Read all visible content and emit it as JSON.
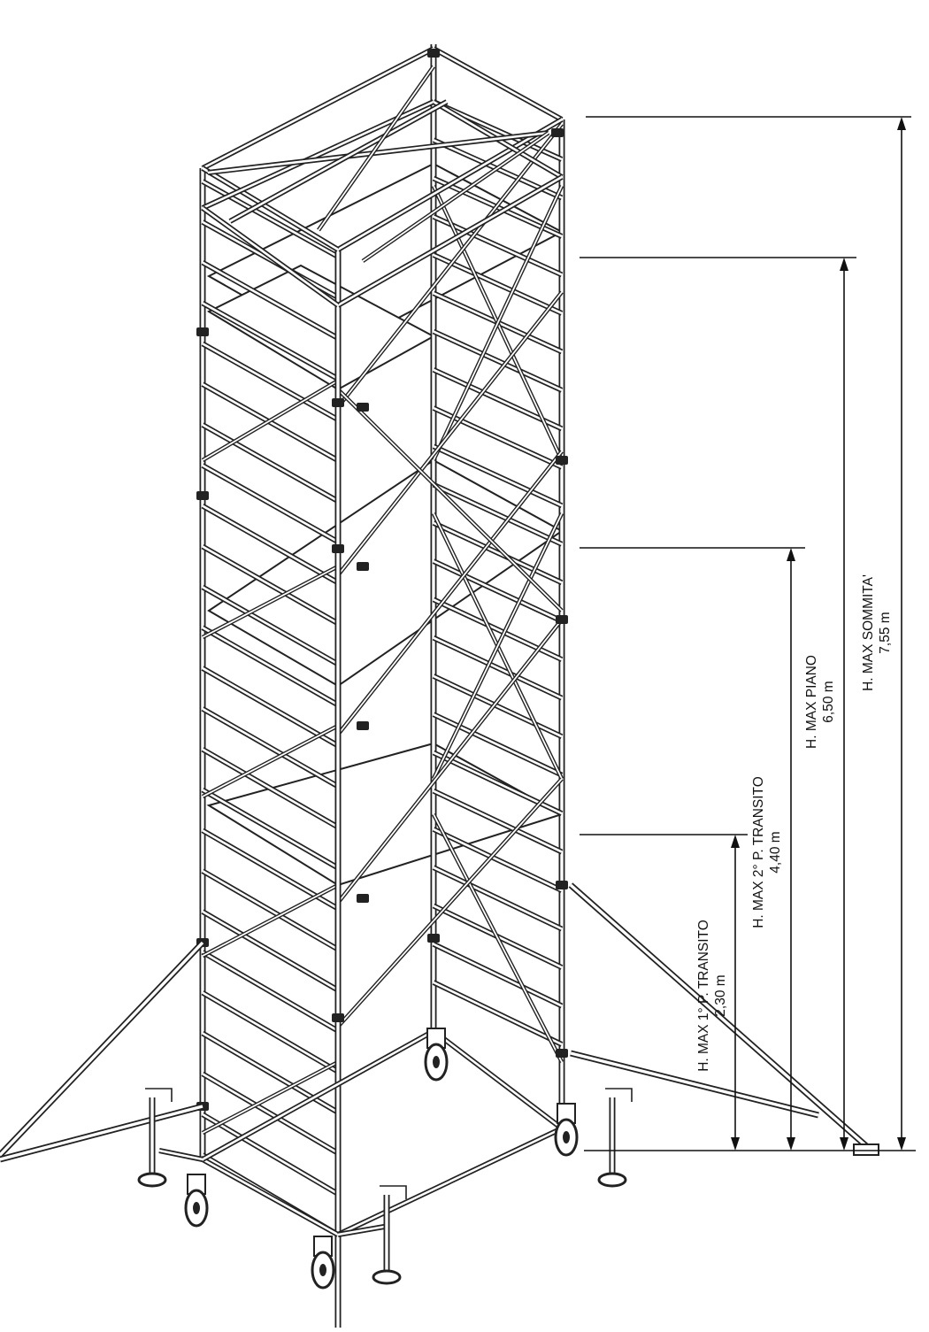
{
  "diagram": {
    "subject": "mobile-aluminium-scaffold-tower",
    "colors": {
      "line": "#222222",
      "background": "#ffffff"
    },
    "dimensions": [
      {
        "id": "dim-1",
        "label": "H. MAX 1° P. TRANSITO",
        "value": "2,30 m"
      },
      {
        "id": "dim-2",
        "label": "H. MAX 2° P. TRANSITO",
        "value": "4,40 m"
      },
      {
        "id": "dim-3",
        "label": "H. MAX PIANO",
        "value": "6,50 m"
      },
      {
        "id": "dim-4",
        "label": "H. MAX SOMMITA'",
        "value": "7,55 m"
      }
    ]
  }
}
